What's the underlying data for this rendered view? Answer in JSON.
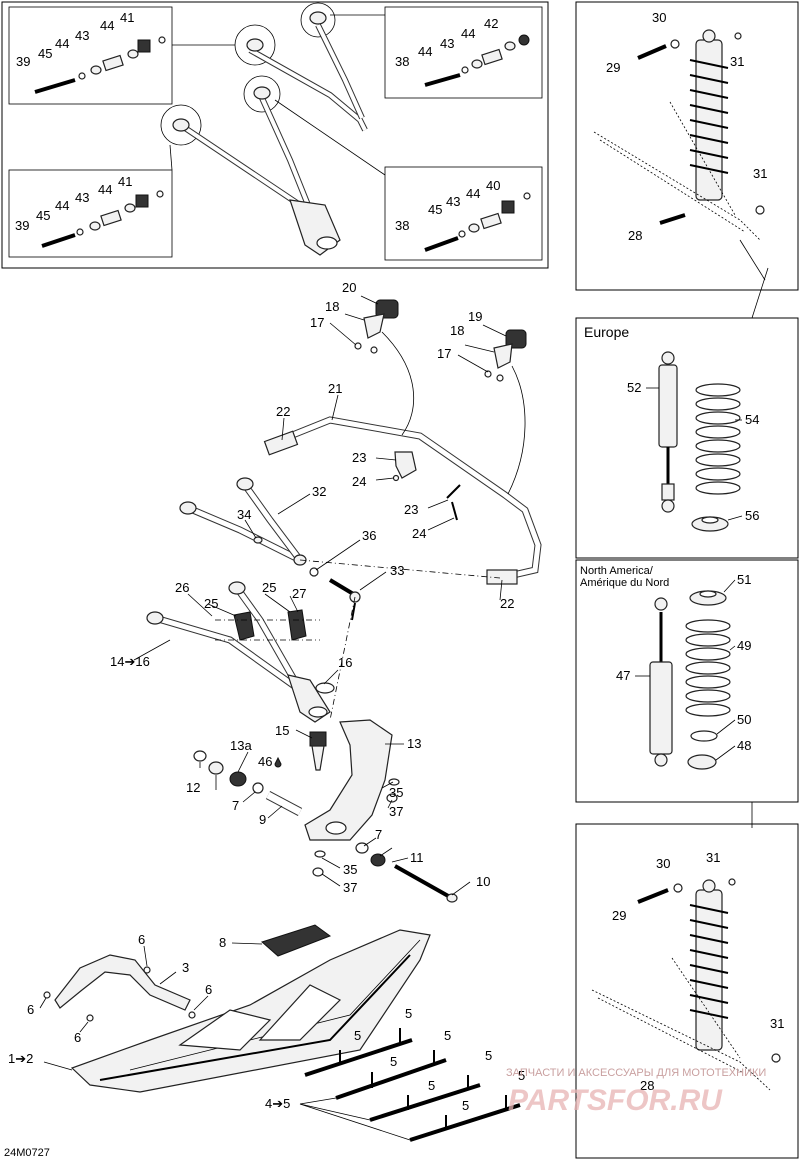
{
  "doc_code": "24M0727",
  "panels": {
    "europe_title": "Europe",
    "north_america_title_line1": "North America/",
    "north_america_title_line2": "Amérique du Nord"
  },
  "watermark": {
    "line1": "ЗАПЧАСТИ И АКСЕССУАРЫ ДЛЯ МОТОТЕХНИКИ",
    "line2": "PARTSFOR.RU"
  },
  "callouts": {
    "c1_2": "1➔2",
    "c3": "3",
    "c4_5": "4➔5",
    "c5": "5",
    "c6": "6",
    "c7": "7",
    "c8": "8",
    "c9": "9",
    "c10": "10",
    "c11": "11",
    "c12": "12",
    "c13": "13",
    "c13a": "13a",
    "c14_16": "14➔16",
    "c15": "15",
    "c16": "16",
    "c17": "17",
    "c18": "18",
    "c19": "19",
    "c20": "20",
    "c21": "21",
    "c22": "22",
    "c23": "23",
    "c24": "24",
    "c25": "25",
    "c26": "26",
    "c27": "27",
    "c28": "28",
    "c29": "29",
    "c30": "30",
    "c31": "31",
    "c32": "32",
    "c33": "33",
    "c34": "34",
    "c35": "35",
    "c36": "36",
    "c37": "37",
    "c38": "38",
    "c39": "39",
    "c40": "40",
    "c41": "41",
    "c42": "42",
    "c43": "43",
    "c44": "44",
    "c45": "45",
    "c46": "46",
    "c47": "47",
    "c48": "48",
    "c49": "49",
    "c50": "50",
    "c51": "51",
    "c52": "52",
    "c54": "54",
    "c56": "56"
  }
}
